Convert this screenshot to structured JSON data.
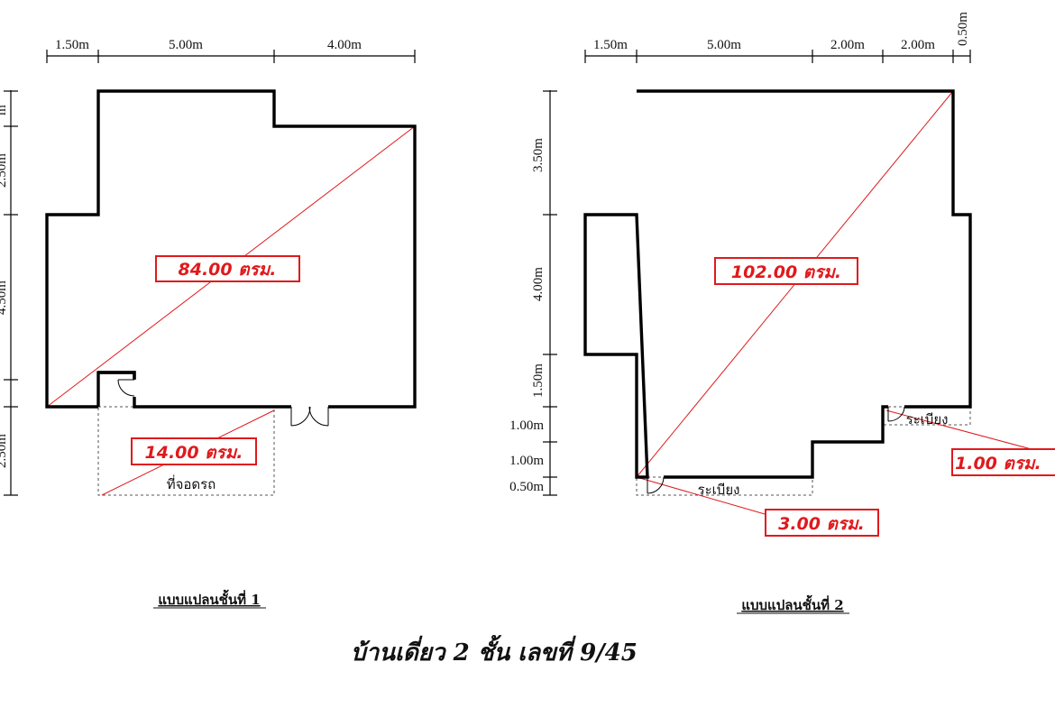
{
  "floor1": {
    "dims_top": [
      "1.50m",
      "5.00m",
      "4.00m"
    ],
    "dims_left_partial": [
      "m",
      "2.50m",
      "4.50m",
      "2.50m"
    ],
    "area_main": "84.00 ตรม.",
    "area_parking": "14.00 ตรม.",
    "parking_label": "ที่จอดรถ",
    "caption": "แบบแปลนชั้นที่ 1"
  },
  "floor2": {
    "dims_top": [
      "1.50m",
      "5.00m",
      "2.00m",
      "2.00m",
      "0.50m"
    ],
    "dims_left": [
      "3.50m",
      "4.00m",
      "1.50m",
      "1.00m",
      "1.00m",
      "0.50m"
    ],
    "area_main": "102.00 ตรม.",
    "area_balcony_front": "3.00 ตรม.",
    "area_balcony_side": "1.00 ตรม.",
    "balcony_label_front": "ระเบียง",
    "balcony_label_side": "ระเบียง",
    "caption": "แบบแปลนชั้นที่ 2"
  },
  "title": "บ้านเดี่ยว 2 ชั้น เลขที่ 9/45",
  "colors": {
    "accent": "#e0191c",
    "wall": "#000000"
  }
}
